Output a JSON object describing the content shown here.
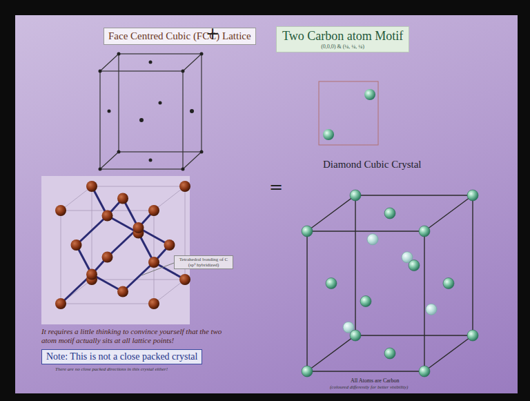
{
  "diagram": {
    "nodes": [
      {
        "text": [
          "Face Centred Cubic (FCC) Lattice"
        ]
      },
      {
        "text": [
          "Two Carbon atom Motif",
          "(0,0,0) & (¼, ¼, ¼)"
        ]
      },
      {
        "text": [
          "Tetrahedral bonding of C (sp³ hybridized)"
        ]
      },
      {
        "text": [
          "Note: This is not a close packed crystal"
        ]
      }
    ],
    "labels": [
      "+",
      "=",
      "Diamond Cubic Crystal",
      "It requires a little thinking to convince yourself that the two atom motif actually sits at all lattice points!",
      "There are no close packed directions in this crystal either!",
      "All Atoms are Carbon",
      "(coloured differently for better visibility)"
    ]
  }
}
